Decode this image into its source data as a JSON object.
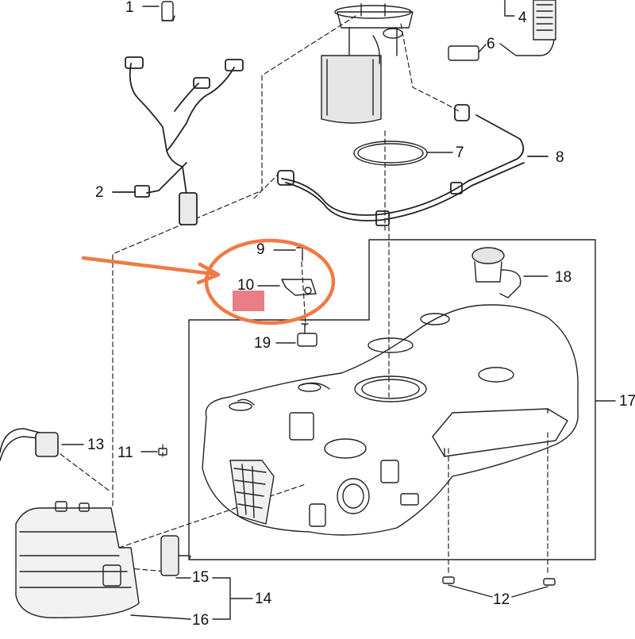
{
  "callouts": {
    "c1": "1",
    "c2": "2",
    "c4": "4",
    "c6": "6",
    "c7": "7",
    "c8": "8",
    "c9": "9",
    "c10": "10",
    "c11": "11",
    "c12": "12",
    "c13": "13",
    "c14": "14",
    "c15": "15",
    "c16": "16",
    "c17": "17",
    "c18": "18",
    "c19": "19"
  },
  "colors": {
    "line": "#222222",
    "highlight_circle": "#f07a45",
    "arrow": "#f07a45",
    "marker_square": "#e8707a"
  }
}
